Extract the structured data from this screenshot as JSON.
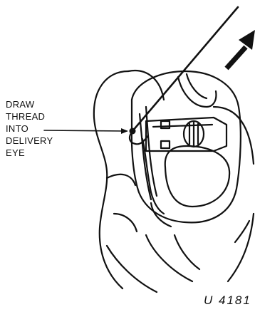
{
  "callout": {
    "lines": [
      "DRAW",
      "THREAD",
      "INTO",
      "DELIVERY",
      "EYE"
    ]
  },
  "figure_id": "U 4181",
  "icons": {
    "pull_direction": "arrow-up-right-icon"
  },
  "colors": {
    "ink": "#111111",
    "paper": "#ffffff"
  }
}
